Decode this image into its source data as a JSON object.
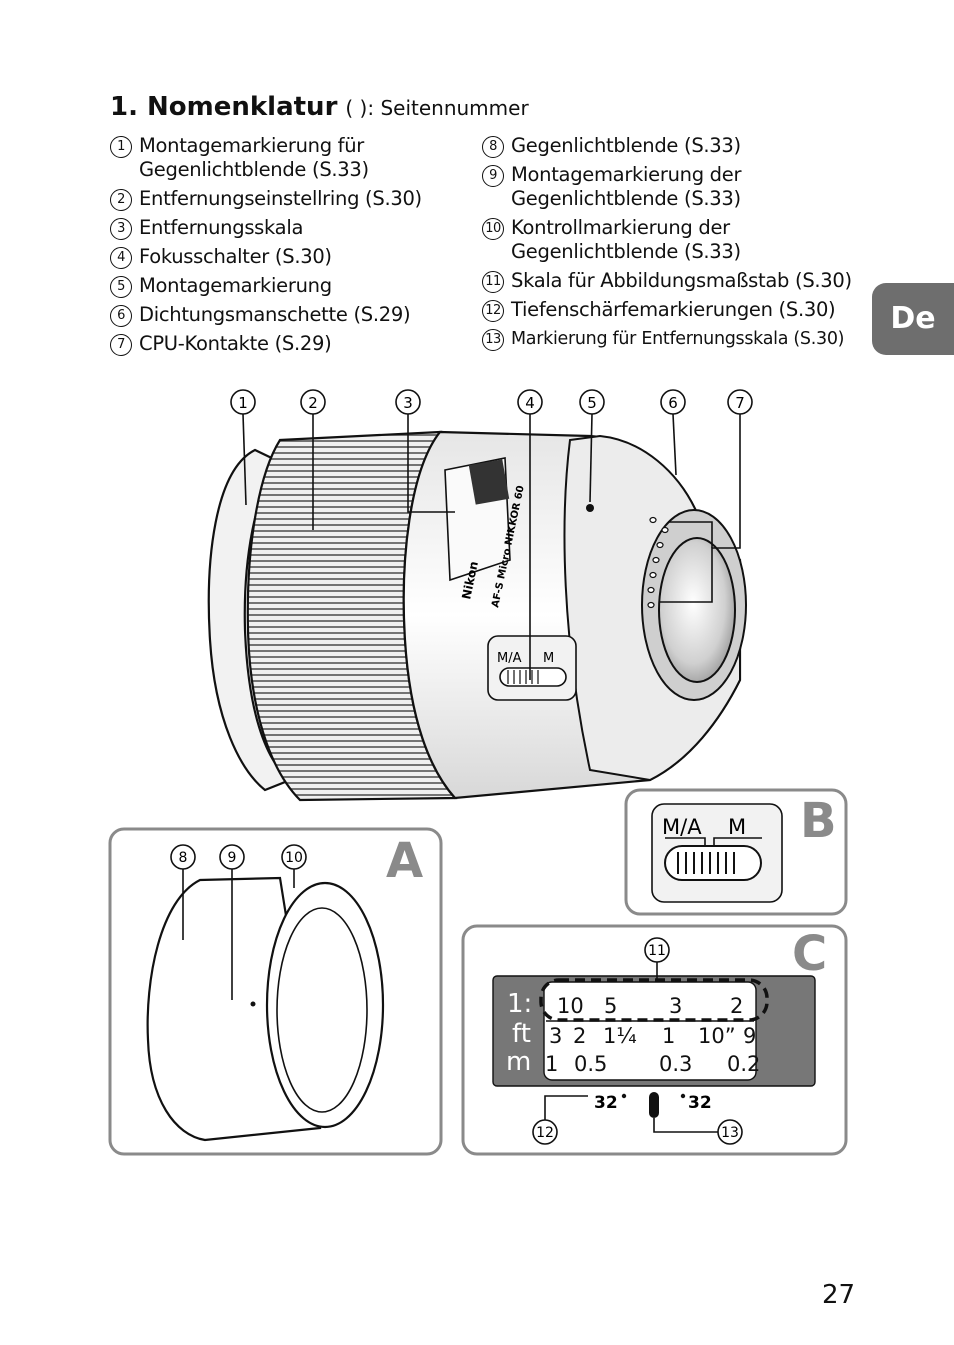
{
  "heading": {
    "title": "1. Nomenklatur",
    "subtitle": "(  ): Seitennummer"
  },
  "parts_left": [
    {
      "num": "1",
      "label": "Montagemarkierung für Gegenlichtblende (S.33)"
    },
    {
      "num": "2",
      "label": "Entfernungseinstellring (S.30)"
    },
    {
      "num": "3",
      "label": "Entfernungsskala"
    },
    {
      "num": "4",
      "label": "Fokusschalter (S.30)"
    },
    {
      "num": "5",
      "label": "Montagemarkierung"
    },
    {
      "num": "6",
      "label": "Dichtungsmanschette (S.29)"
    },
    {
      "num": "7",
      "label": "CPU-Kontakte (S.29)"
    }
  ],
  "parts_right": [
    {
      "num": "8",
      "label": "Gegenlichtblende (S.33)"
    },
    {
      "num": "9",
      "label": "Montagemarkierung der Gegenlichtblende (S.33)"
    },
    {
      "num": "10",
      "label": "Kontrollmarkierung der Gegenlichtblende (S.33)"
    },
    {
      "num": "11",
      "label": "Skala für Abbildungsmaßstab (S.30)"
    },
    {
      "num": "12",
      "label": "Tiefenschärfemarkierungen (S.30)"
    },
    {
      "num": "13",
      "label": "Markierung für Entfernungsskala (S.30)"
    }
  ],
  "language_tab": "De",
  "page_number": "27",
  "figure_main": {
    "callouts": [
      "1",
      "2",
      "3",
      "4",
      "5",
      "6",
      "7"
    ],
    "lens_text": "AF-S Micro NIKKOR 60",
    "brand": "Nikon",
    "switch_labels": [
      "M/A",
      "M"
    ]
  },
  "figure_a": {
    "panel_letter": "A",
    "callouts": [
      "8",
      "9",
      "10"
    ]
  },
  "figure_b": {
    "panel_letter": "B",
    "switch_labels": [
      "M/A",
      "M"
    ]
  },
  "figure_c": {
    "panel_letter": "C",
    "callouts": [
      "11",
      "12",
      "13"
    ],
    "row_labels": [
      "1:",
      "ft",
      "m"
    ],
    "row_ratio": [
      "10",
      "5",
      "3",
      "2"
    ],
    "row_ft": [
      "3",
      "2",
      "1¼",
      "1",
      "10”",
      "9"
    ],
    "row_m": [
      "1",
      "0.5",
      "0.3",
      "0.2"
    ],
    "dof_marks": [
      "32",
      "32"
    ]
  }
}
